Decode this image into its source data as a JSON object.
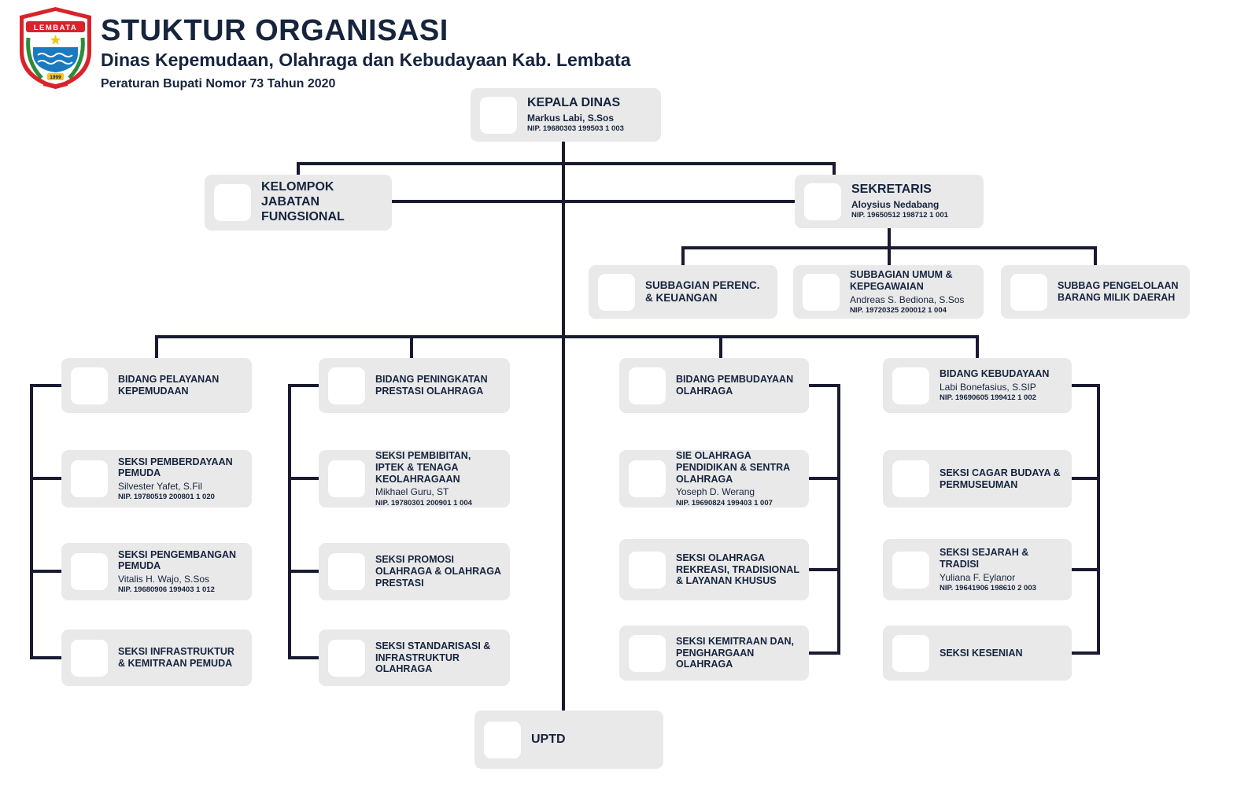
{
  "colors": {
    "navy": "#16243e",
    "line": "#1a1a30",
    "boxbg": "#e9e9e9"
  },
  "header": {
    "title": "STUKTUR ORGANISASI",
    "subtitle": "Dinas Kepemudaan, Olahraga dan Kebudayaan Kab. Lembata",
    "regulation": "Peraturan Bupati Nomor 73 Tahun 2020",
    "logo": {
      "banner": "LEMBATA",
      "year": "1999"
    }
  },
  "nodes": {
    "kepala": {
      "title": "KEPALA DINAS",
      "name": "Markus Labi, S.Sos",
      "nip": "NIP. 19680303 199503 1 003"
    },
    "kelompok": {
      "title": "KELOMPOK JABATAN FUNGSIONAL"
    },
    "sekretaris": {
      "title": "SEKRETARIS",
      "name": "Aloysius Nedabang",
      "nip": "NIP. 19650512 198712 1 001"
    },
    "subbag_perenc": {
      "title": "SUBBAGIAN PERENC. & KEUANGAN"
    },
    "subbag_umum": {
      "title": "SUBBAGIAN UMUM & KEPEGAWAIAN",
      "name": "Andreas S. Bediona, S.Sos",
      "nip": "NIP. 19720325 200012 1 004"
    },
    "subbag_barang": {
      "title": "SUBBAG PENGELOLAAN BARANG MILIK DAERAH"
    },
    "bidang_pelayanan": {
      "title": "BIDANG PELAYANAN KEPEMUDAAN"
    },
    "seksi_pemberdayaan": {
      "title": "SEKSI PEMBERDAYAAN PEMUDA",
      "name": "Silvester Yafet, S.Fil",
      "nip": "NIP. 19780519 200801 1 020"
    },
    "seksi_pengembangan": {
      "title": "SEKSI PENGEMBANGAN PEMUDA",
      "name": "Vitalis H. Wajo, S.Sos",
      "nip": "NIP. 19680906 199403 1 012"
    },
    "seksi_infrastruktur_pemuda": {
      "title": "SEKSI INFRASTRUKTUR & KEMITRAAN PEMUDA"
    },
    "bidang_prestasi": {
      "title": "BIDANG PENINGKATAN PRESTASI OLAHRAGA"
    },
    "seksi_pembibitan": {
      "title": "SEKSI PEMBIBITAN, IPTEK & TENAGA KEOLAHRAGAAN",
      "name": "Mikhael Guru, ST",
      "nip": "NIP. 19780301 200901 1 004"
    },
    "seksi_promosi": {
      "title": "SEKSI PROMOSI OLAHRAGA & OLAHRAGA PRESTASI"
    },
    "seksi_standarisasi": {
      "title": "SEKSI STANDARISASI & INFRASTRUKTUR OLAHRAGA"
    },
    "bidang_pembudayaan": {
      "title": "BIDANG PEMBUDAYAAN OLAHRAGA"
    },
    "sie_olahraga_pendidikan": {
      "title": "SIE OLAHRAGA PENDIDIKAN & SENTRA OLAHRAGA",
      "name": "Yoseph D. Werang",
      "nip": "NIP. 19690824 199403 1 007"
    },
    "seksi_rekreasi": {
      "title": "SEKSI OLAHRAGA REKREASI, TRADISIONAL & LAYANAN KHUSUS"
    },
    "seksi_kemitraan_olahraga": {
      "title": "SEKSI KEMITRAAN DAN, PENGHARGAAN OLAHRAGA"
    },
    "bidang_kebudayaan": {
      "title": "BIDANG KEBUDAYAAN",
      "name": "Labi Bonefasius, S.SIP",
      "nip": "NIP. 19690605 199412 1 002"
    },
    "seksi_cagar": {
      "title": "SEKSI CAGAR BUDAYA & PERMUSEUMAN"
    },
    "seksi_sejarah": {
      "title": "SEKSI SEJARAH & TRADISI",
      "name": "Yuliana F. Eylanor",
      "nip": "NIP. 19641906 198610 2 003"
    },
    "seksi_kesenian": {
      "title": "SEKSI KESENIAN"
    },
    "uptd": {
      "title": "UPTD"
    }
  }
}
